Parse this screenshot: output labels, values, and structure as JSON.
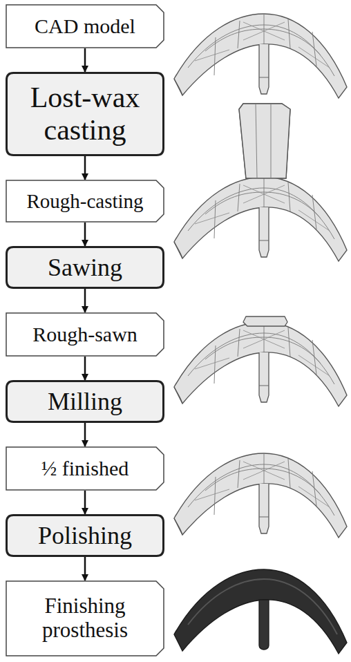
{
  "diagram": {
    "nodes": [
      {
        "text": [
          "CAD model"
        ]
      },
      {
        "text": [
          "Lost-wax casting"
        ]
      },
      {
        "text": [
          "Rough-casting"
        ]
      },
      {
        "text": [
          "Sawing"
        ]
      },
      {
        "text": [
          "Rough-sawn"
        ]
      },
      {
        "text": [
          "Milling"
        ]
      },
      {
        "text": [
          "½ finished"
        ]
      },
      {
        "text": [
          "Polishing"
        ]
      },
      {
        "text": [
          "Finishing prosthesis"
        ]
      }
    ],
    "edges": [
      {
        "from": 0,
        "to": 1,
        "arrow": "to"
      },
      {
        "from": 1,
        "to": 2,
        "arrow": "to"
      },
      {
        "from": 2,
        "to": 3,
        "arrow": "to"
      },
      {
        "from": 3,
        "to": 4,
        "arrow": "to"
      },
      {
        "from": 4,
        "to": 5,
        "arrow": "to"
      },
      {
        "from": 5,
        "to": 6,
        "arrow": "to"
      },
      {
        "from": 6,
        "to": 7,
        "arrow": "to"
      },
      {
        "from": 7,
        "to": 8,
        "arrow": "to"
      }
    ]
  }
}
